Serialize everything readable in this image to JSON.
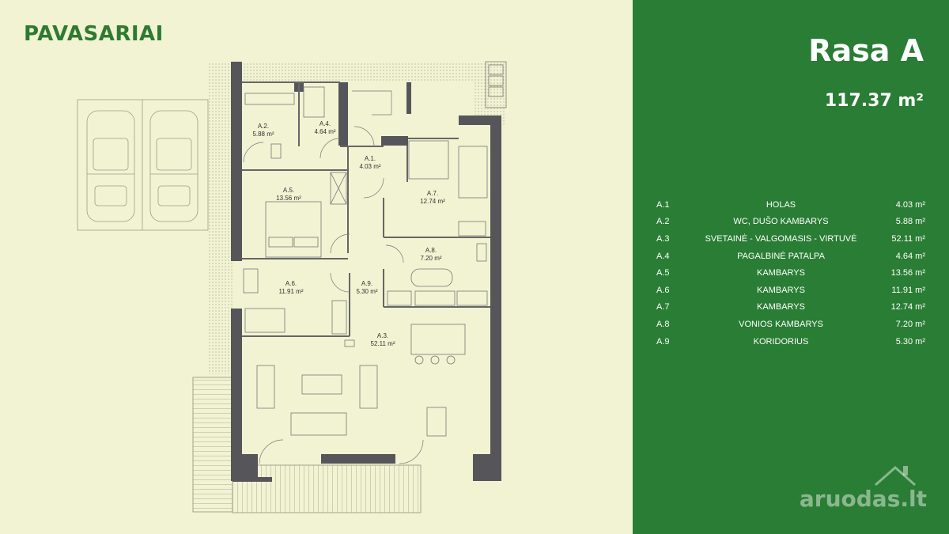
{
  "brand": "PAVASARIAI",
  "unit": {
    "title": "Rasa A",
    "area": "117.37 m²"
  },
  "rooms": [
    {
      "code": "A.1",
      "name": "HOLAS",
      "area": "4.03 m²"
    },
    {
      "code": "A.2",
      "name": "WC, DUŠO KAMBARYS",
      "area": "5.88 m²"
    },
    {
      "code": "A.3",
      "name": "SVETAINĖ - VALGOMASIS - VIRTUVĖ",
      "area": "52.11 m²"
    },
    {
      "code": "A.4",
      "name": "PAGALBINĖ PATALPA",
      "area": "4.64 m²"
    },
    {
      "code": "A.5",
      "name": "KAMBARYS",
      "area": "13.56 m²"
    },
    {
      "code": "A.6",
      "name": "KAMBARYS",
      "area": "11.91 m²"
    },
    {
      "code": "A.7",
      "name": "KAMBARYS",
      "area": "12.74 m²"
    },
    {
      "code": "A.8",
      "name": "VONIOS KAMBARYS",
      "area": "7.20 m²"
    },
    {
      "code": "A.9",
      "name": "KORIDORIUS",
      "area": "5.30 m²"
    }
  ],
  "plan_labels": [
    {
      "code": "A.2.",
      "area": "5.88 m²"
    },
    {
      "code": "A.4.",
      "area": "4.64 m²"
    },
    {
      "code": "A.1.",
      "area": "4.03 m²"
    },
    {
      "code": "A.5.",
      "area": "13.56 m²"
    },
    {
      "code": "A.7.",
      "area": "12.74 m²"
    },
    {
      "code": "A.8.",
      "area": "7.20 m²"
    },
    {
      "code": "A.6.",
      "area": "11.91 m²"
    },
    {
      "code": "A.9.",
      "area": "5.30 m²"
    },
    {
      "code": "A.3.",
      "area": "52.11 m²"
    }
  ],
  "watermark": "aruodas.lt",
  "colors": {
    "panel": "#2a7d34",
    "background": "#f1f3d2",
    "brand": "#2f7a32",
    "wall": "#55555a"
  }
}
